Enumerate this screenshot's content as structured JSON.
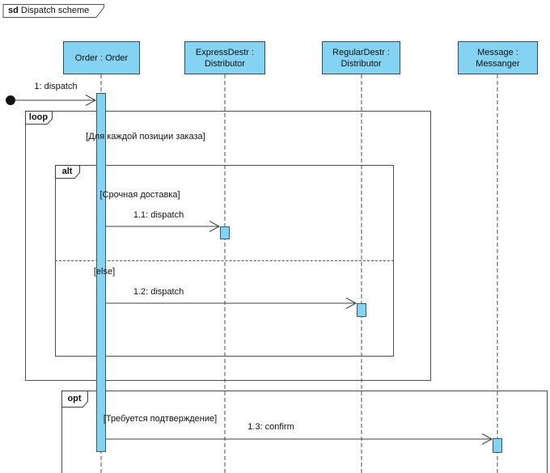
{
  "frame": {
    "keyword": "sd",
    "title": "Dispatch scheme"
  },
  "lifelines": [
    {
      "name": "Order : Order"
    },
    {
      "name": "ExpressDestr : Distributor"
    },
    {
      "name": "RegularDestr : Distributor"
    },
    {
      "name": "Message : Messanger"
    }
  ],
  "fragments": {
    "loop": {
      "operator": "loop",
      "guard": "[Для каждой позиции заказа]"
    },
    "alt": {
      "operator": "alt",
      "guard1": "[Срочная доставка]",
      "guard2": "[else]"
    },
    "opt": {
      "operator": "opt",
      "guard": "[Требуется подтверждение]"
    }
  },
  "messages": [
    {
      "label": "1: dispatch"
    },
    {
      "label": "1.1: dispatch"
    },
    {
      "label": "1.2: dispatch"
    },
    {
      "label": "1.3: confirm"
    }
  ],
  "colors": {
    "lifeline_fill": "#85d3f2",
    "lifeline_border": "#2f4f5e",
    "frame_border": "#4f4f4f",
    "line": "#3f3f3f",
    "background": "#ffffff"
  }
}
